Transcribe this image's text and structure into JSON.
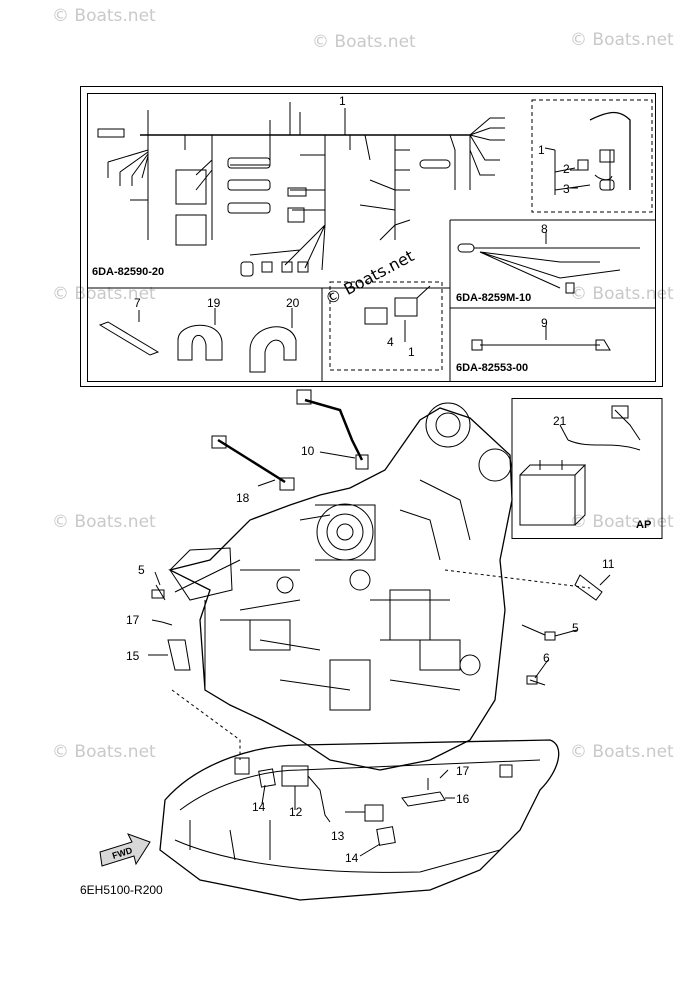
{
  "watermark": "© Boats.net",
  "figure_code": "6EH5100-R200",
  "part_codes": {
    "harness": "6DA-82590-20",
    "lead_8": "6DA-8259M-10",
    "lead_9": "6DA-82553-00"
  },
  "inset_label": "AP",
  "fwd_label": "FWD",
  "callouts": {
    "c1a": "1",
    "c1b": "1",
    "c1c": "1",
    "c2": "2",
    "c3": "3",
    "c4": "4",
    "c5a": "5",
    "c5b": "5",
    "c6": "6",
    "c7": "7",
    "c8": "8",
    "c9": "9",
    "c10": "10",
    "c11": "11",
    "c12": "12",
    "c13": "13",
    "c14a": "14",
    "c14b": "14",
    "c15": "15",
    "c16": "16",
    "c17a": "17",
    "c17b": "17",
    "c18": "18",
    "c19": "19",
    "c20": "20",
    "c21": "21"
  },
  "colors": {
    "line": "#000000",
    "watermark": "#c9c9c9",
    "shade": "#d8d8d8"
  }
}
